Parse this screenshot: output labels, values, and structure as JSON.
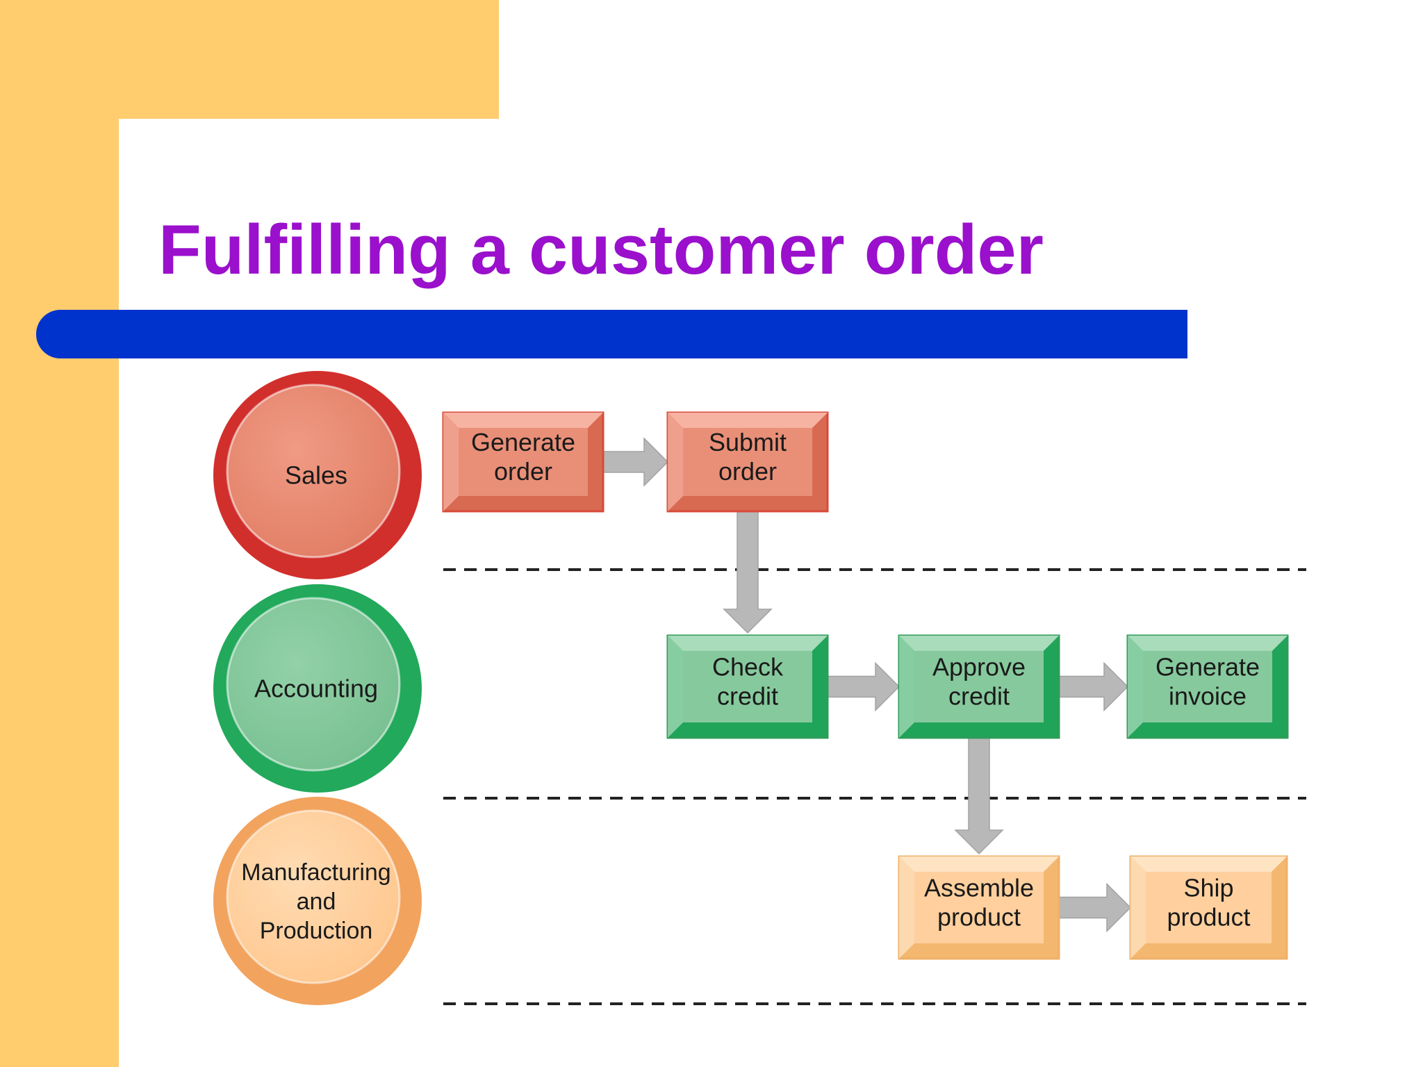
{
  "title": "Fulfilling a customer order",
  "colors": {
    "frame": "#ffcc6e",
    "title": "#9a10cc",
    "title_bar": "#0033cc",
    "sales_fill": "#e98f77",
    "sales_ring": "#d12f2c",
    "accounting_fill": "#86c99d",
    "accounting_ring": "#22a95b",
    "manufacturing_fill": "#ffd09e",
    "manufacturing_ring": "#f2a35e",
    "arrow": "#b8b8b8",
    "lane_divider": "#222222"
  },
  "diagram": {
    "departments": [
      {
        "id": "sales",
        "label_lines": [
          "Sales"
        ]
      },
      {
        "id": "accounting",
        "label_lines": [
          "Accounting"
        ]
      },
      {
        "id": "manufacturing",
        "label_lines": [
          "Manufacturing",
          "and",
          "Production"
        ]
      }
    ],
    "steps": [
      {
        "id": "generate-order",
        "lane": "sales",
        "label_lines": [
          "Generate",
          "order"
        ]
      },
      {
        "id": "submit-order",
        "lane": "sales",
        "label_lines": [
          "Submit",
          "order"
        ]
      },
      {
        "id": "check-credit",
        "lane": "accounting",
        "label_lines": [
          "Check",
          "credit"
        ]
      },
      {
        "id": "approve-credit",
        "lane": "accounting",
        "label_lines": [
          "Approve",
          "credit"
        ]
      },
      {
        "id": "generate-invoice",
        "lane": "accounting",
        "label_lines": [
          "Generate",
          "invoice"
        ]
      },
      {
        "id": "assemble-product",
        "lane": "manufacturing",
        "label_lines": [
          "Assemble",
          "product"
        ]
      },
      {
        "id": "ship-product",
        "lane": "manufacturing",
        "label_lines": [
          "Ship",
          "product"
        ]
      }
    ],
    "flows": [
      {
        "from": "generate-order",
        "to": "submit-order"
      },
      {
        "from": "submit-order",
        "to": "check-credit"
      },
      {
        "from": "check-credit",
        "to": "approve-credit"
      },
      {
        "from": "approve-credit",
        "to": "generate-invoice"
      },
      {
        "from": "approve-credit",
        "to": "assemble-product"
      },
      {
        "from": "assemble-product",
        "to": "ship-product"
      }
    ]
  }
}
